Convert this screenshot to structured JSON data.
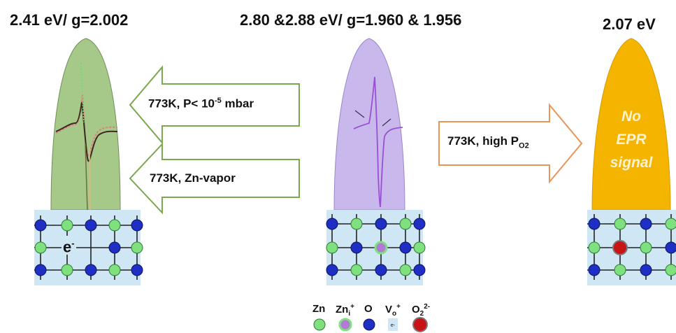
{
  "titles": {
    "left": "2.41 eV/ g=2.002",
    "middle": "2.80 &2.88 eV/ g=1.960 & 1.956",
    "right": "2.07 eV"
  },
  "arrows": {
    "left_top": {
      "text": "773K, P< 10",
      "sup": "-5",
      "tail": " mbar"
    },
    "left_bottom": {
      "text": "773K, Zn-vapor"
    },
    "right": {
      "text": "773K, high P",
      "sub": "O2"
    }
  },
  "right_peak": {
    "line1": "No",
    "line2": "EPR",
    "line3": "signal"
  },
  "left_lattice_label": {
    "text": "e",
    "sup": "-"
  },
  "legend": {
    "zn": "Zn",
    "zni": "Zn",
    "zni_sub": "i",
    "zni_sup": "+",
    "o": "O",
    "vo": "V",
    "vo_sub": "o",
    "vo_sup": "+",
    "o2": "O",
    "o2_sub": "2",
    "o2_sup": "2-"
  },
  "colors": {
    "left_peak": "#a6c98a",
    "middle_peak": "#c9b8ec",
    "right_peak": "#f5b400",
    "lattice_bg": "#cfe7f5",
    "zn_atom": "#7ee07e",
    "o_atom": "#1f2fc4",
    "zni_ring": "#b27ad6",
    "o2_atom": "#c81414",
    "arrow_left_stroke": "#7aa84d",
    "arrow_right_stroke": "#e8955a"
  }
}
